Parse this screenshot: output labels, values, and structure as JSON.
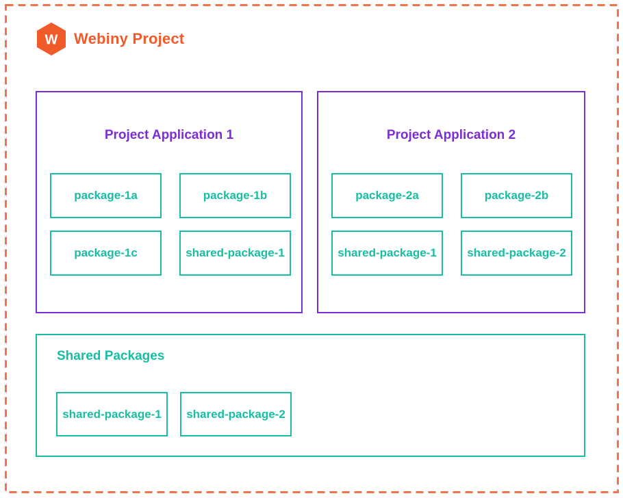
{
  "header": {
    "title": "Webiny Project",
    "logo_letter": "W"
  },
  "applications": [
    {
      "title": "Project Application 1",
      "packages": [
        "package-1a",
        "package-1b",
        "package-1c",
        "shared-package-1"
      ]
    },
    {
      "title": "Project Application 2",
      "packages": [
        "package-2a",
        "package-2b",
        "shared-package-1",
        "shared-package-2"
      ]
    }
  ],
  "shared": {
    "title": "Shared Packages",
    "packages": [
      "shared-package-1",
      "shared-package-2"
    ]
  },
  "colors": {
    "orange": "#f15a29",
    "orange_dash": "#f3714d",
    "purple": "#7b2dd6",
    "teal": "#18bda3",
    "logo_text": "#ffffff",
    "background": "#ffffff"
  }
}
